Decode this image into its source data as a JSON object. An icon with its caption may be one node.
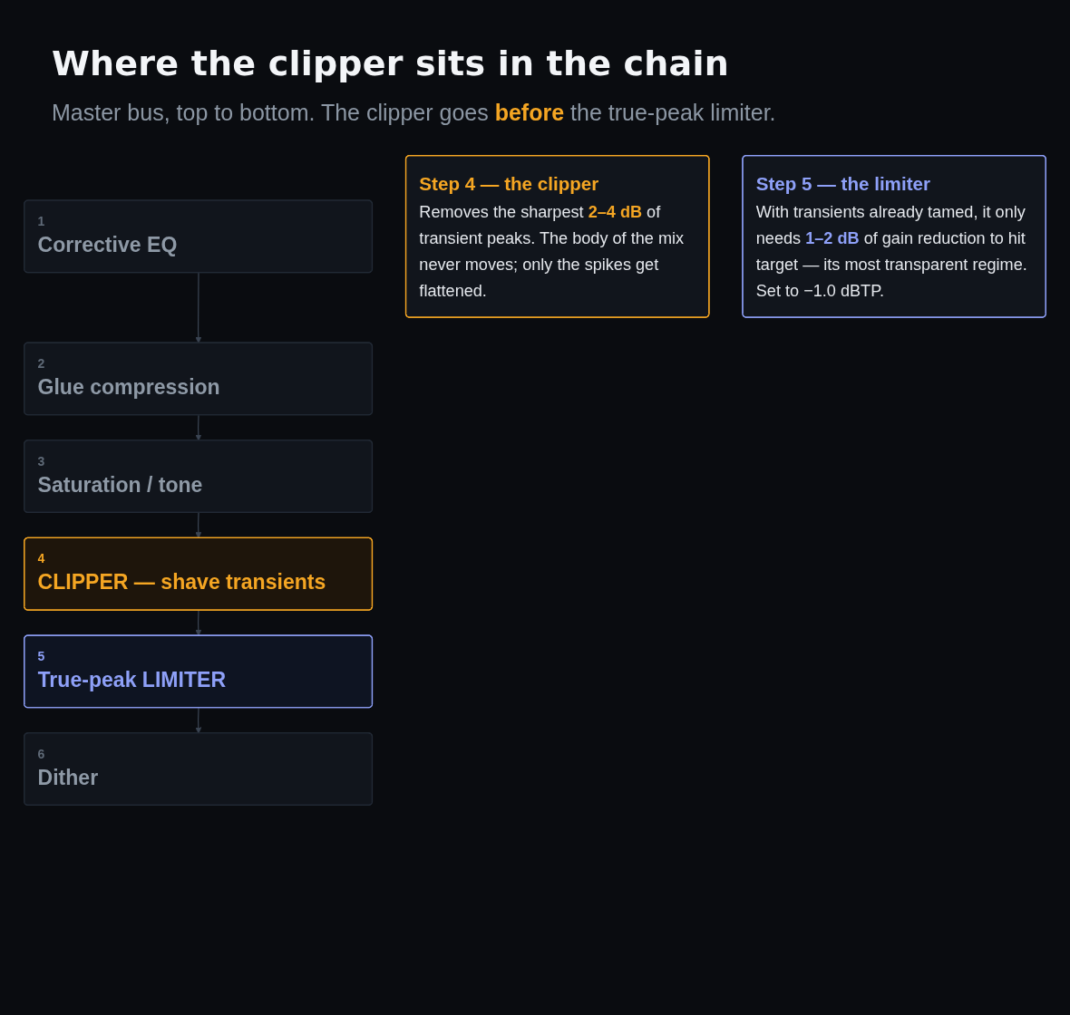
{
  "diagram": {
    "title": "Where the clipper sits in the chain",
    "caption": "Master bus, top to bottom. The clipper goes **before** the true-peak limiter.",
    "nodes": [
      {
        "text": [
          "1",
          "Corrective EQ"
        ]
      },
      {
        "text": [
          "2",
          "Glue compression"
        ]
      },
      {
        "text": [
          "3",
          "Saturation / tone"
        ]
      },
      {
        "text": [
          "4",
          "CLIPPER — shave transients"
        ]
      },
      {
        "text": [
          "5",
          "True-peak LIMITER"
        ]
      },
      {
        "text": [
          "6",
          "Dither"
        ]
      },
      {
        "text": [
          "Step 4 — the clipper",
          "Removes the sharpest **2–4 dB** of transient peaks. The body of the mix never moves; only the spikes get flattened."
        ]
      },
      {
        "text": [
          "Step 5 — the limiter",
          "With transients already tamed, it only needs **1–2 dB** of gain reduction to hit target — its most transparent regime. Set to −1.0 dBTP."
        ]
      }
    ],
    "edges": [
      {
        "from": 0,
        "to": 1,
        "arrow": "to"
      },
      {
        "from": 1,
        "to": 2,
        "arrow": "to"
      },
      {
        "from": 2,
        "to": 3,
        "arrow": "to"
      },
      {
        "from": 3,
        "to": 4,
        "arrow": "to"
      },
      {
        "from": 4,
        "to": 5,
        "arrow": "to"
      }
    ]
  }
}
